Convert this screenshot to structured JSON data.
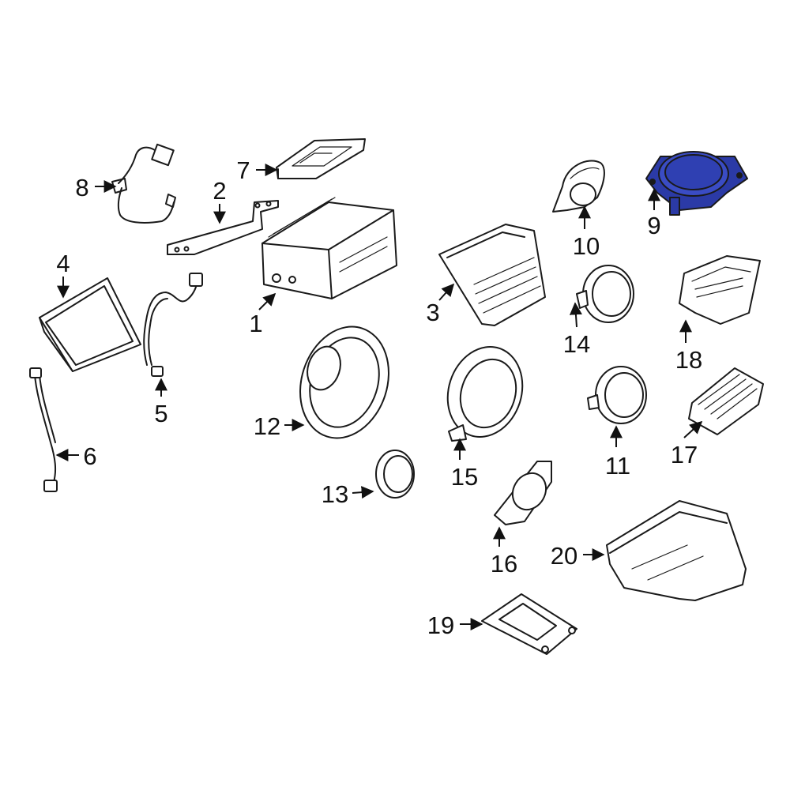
{
  "highlight_color": "#2b3aa6",
  "parts": [
    {
      "id": "1",
      "label": "1",
      "name": "radio-receiver"
    },
    {
      "id": "2",
      "label": "2",
      "name": "mounting-bracket"
    },
    {
      "id": "3",
      "label": "3",
      "name": "control-panel"
    },
    {
      "id": "4",
      "label": "4",
      "name": "display-screen"
    },
    {
      "id": "5",
      "label": "5",
      "name": "cable-harness"
    },
    {
      "id": "6",
      "label": "6",
      "name": "antenna-cable"
    },
    {
      "id": "7",
      "label": "7",
      "name": "control-module"
    },
    {
      "id": "8",
      "label": "8",
      "name": "wiring-harness"
    },
    {
      "id": "9",
      "label": "9",
      "name": "speaker",
      "highlighted": true
    },
    {
      "id": "10",
      "label": "10",
      "name": "tweeter"
    },
    {
      "id": "11",
      "label": "11",
      "name": "speaker"
    },
    {
      "id": "12",
      "label": "12",
      "name": "woofer"
    },
    {
      "id": "13",
      "label": "13",
      "name": "speaker"
    },
    {
      "id": "14",
      "label": "14",
      "name": "speaker"
    },
    {
      "id": "15",
      "label": "15",
      "name": "woofer"
    },
    {
      "id": "16",
      "label": "16",
      "name": "speaker"
    },
    {
      "id": "17",
      "label": "17",
      "name": "amplifier"
    },
    {
      "id": "18",
      "label": "18",
      "name": "bracket"
    },
    {
      "id": "19",
      "label": "19",
      "name": "mounting-plate"
    },
    {
      "id": "20",
      "label": "20",
      "name": "amplifier-module"
    }
  ]
}
